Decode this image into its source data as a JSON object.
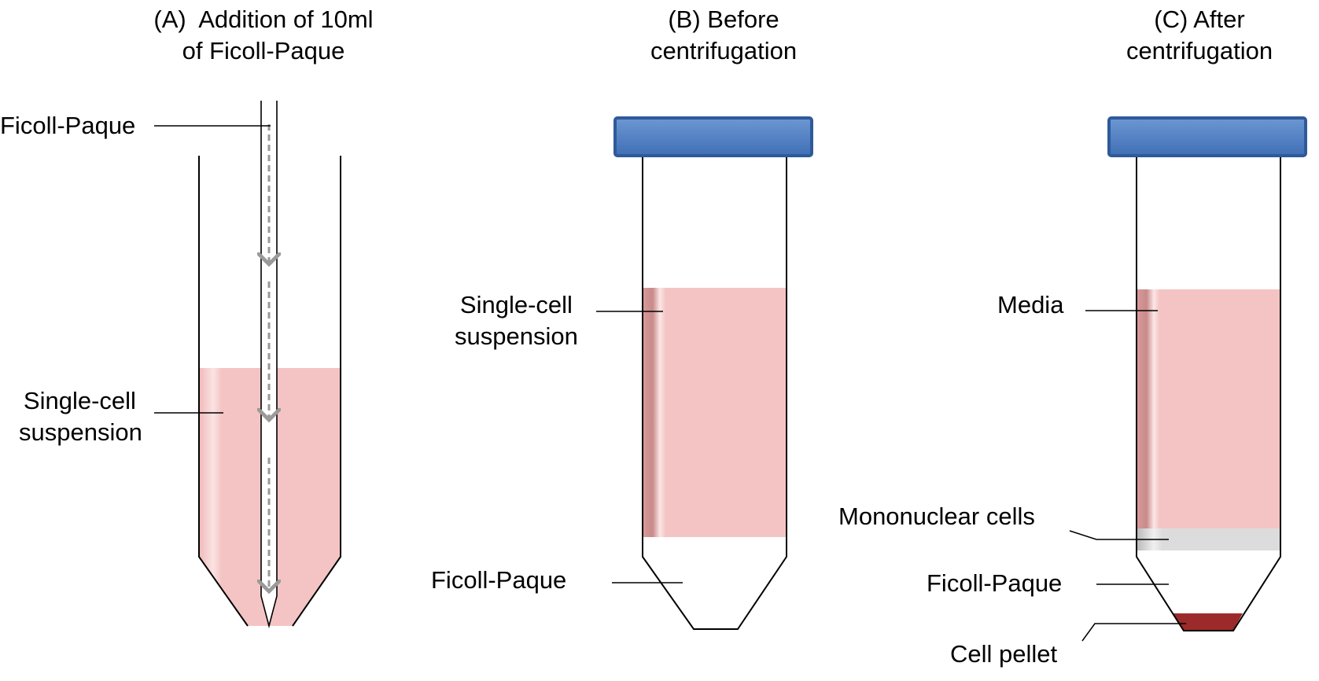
{
  "colors": {
    "background": "#ffffff",
    "suspension_pink": "#f4c4c4",
    "cap_blue": "#4f7ec1",
    "cap_border": "#2f5a99",
    "mononuclear_gray": "#dcdcdc",
    "pellet_red": "#9c2a2a",
    "pipette_arrow": "#9a9a9a",
    "outline": "#000000"
  },
  "panel_a": {
    "title_line1": "(A)  Addition of 10ml",
    "title_line2": "of Ficoll-Paque",
    "label_ficoll": "Ficoll-Paque",
    "label_suspension_line1": "Single-cell",
    "label_suspension_line2": "suspension"
  },
  "panel_b": {
    "title_line1": "(B) Before",
    "title_line2": "centrifugation",
    "label_suspension_line1": "Single-cell",
    "label_suspension_line2": "suspension",
    "label_ficoll": "Ficoll-Paque"
  },
  "panel_c": {
    "title_line1": "(C) After",
    "title_line2": "centrifugation",
    "label_media": "Media",
    "label_mononuclear": "Mononuclear cells",
    "label_ficoll": "Ficoll-Paque",
    "label_pellet": "Cell pellet"
  }
}
